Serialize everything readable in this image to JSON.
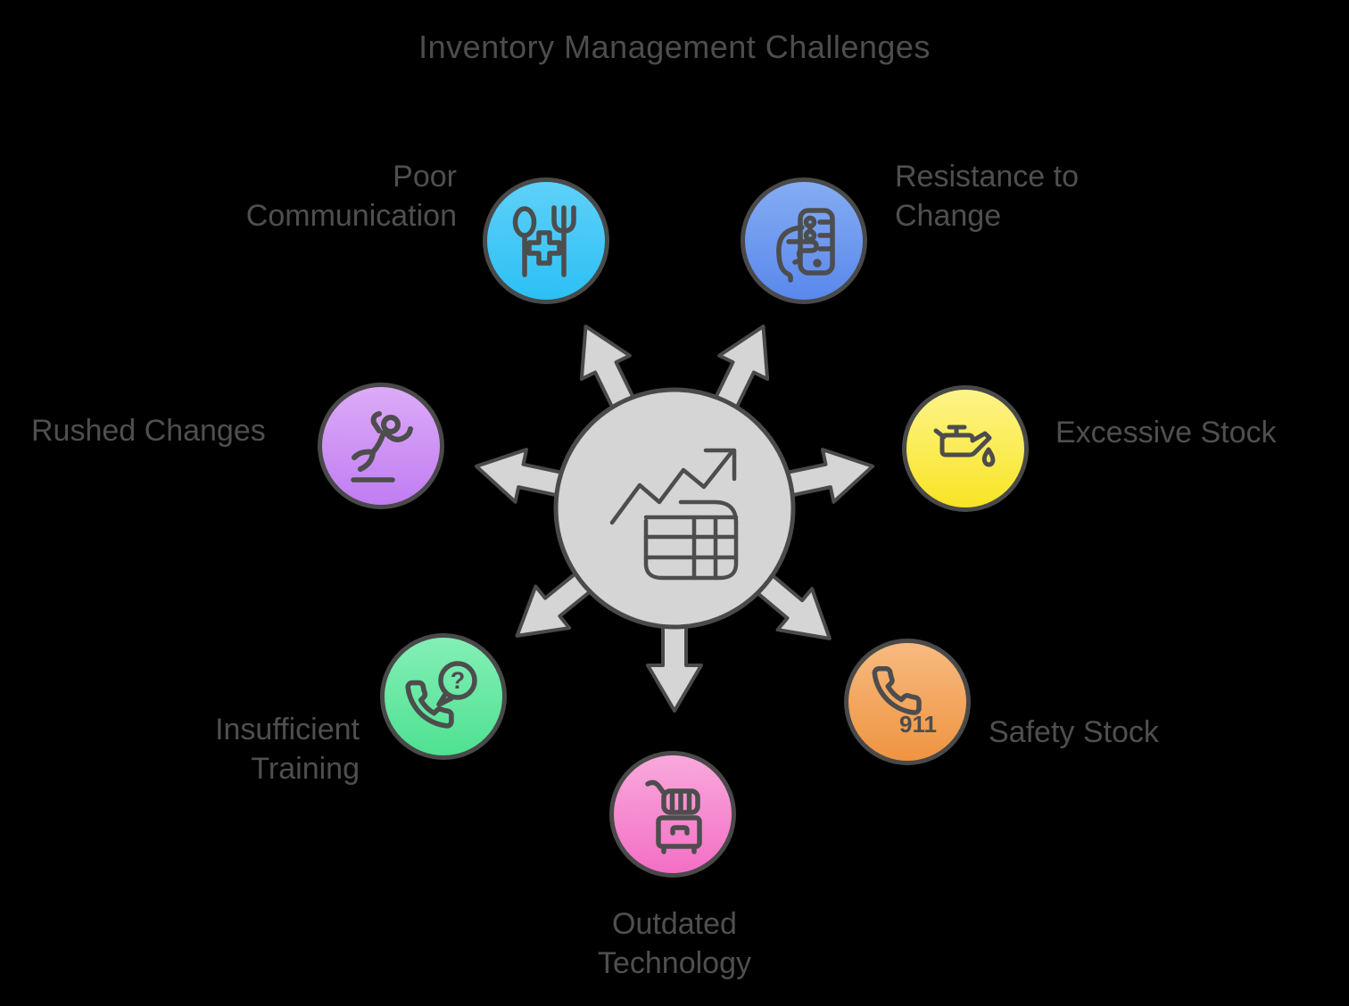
{
  "title": "Inventory Management Challenges",
  "background": "#000000",
  "text_color": "#4f4f4f",
  "hub": {
    "name": "inventory-hub",
    "icon": "growth-chart-table-icon",
    "fill": "#d5d5d5",
    "border_color": "#4a4a4a",
    "arrow_count": 7
  },
  "nodes": [
    {
      "id": "poor-communication",
      "label": "Poor\nCommunication",
      "icon": "restaurant-medical-icon",
      "color_top": "#5ed0f8",
      "color_bottom": "#2cc0f5"
    },
    {
      "id": "resistance-to-change",
      "label": "Resistance to\nChange",
      "icon": "hand-holding-phone-icon",
      "color_top": "#84acf2",
      "color_bottom": "#5a88ec"
    },
    {
      "id": "excessive-stock",
      "label": "Excessive Stock",
      "icon": "oil-can-icon",
      "color_top": "#fdf489",
      "color_bottom": "#f8e424"
    },
    {
      "id": "safety-stock",
      "label": "Safety Stock",
      "icon": "emergency-phone-icon",
      "icon_text": "911",
      "color_top": "#f7ba80",
      "color_bottom": "#ef9440"
    },
    {
      "id": "outdated-technology",
      "label": "Outdated\nTechnology",
      "icon": "cart-drawer-icon",
      "color_top": "#f9a9dc",
      "color_bottom": "#f36fc5"
    },
    {
      "id": "insufficient-training",
      "label": "Insufficient\nTraining",
      "icon": "phone-question-icon",
      "icon_text": "?",
      "color_top": "#83efb5",
      "color_bottom": "#4fe192"
    },
    {
      "id": "rushed-changes",
      "label": "Rushed Changes",
      "icon": "slipping-person-icon",
      "color_top": "#dcabf7",
      "color_bottom": "#c07df2"
    }
  ]
}
